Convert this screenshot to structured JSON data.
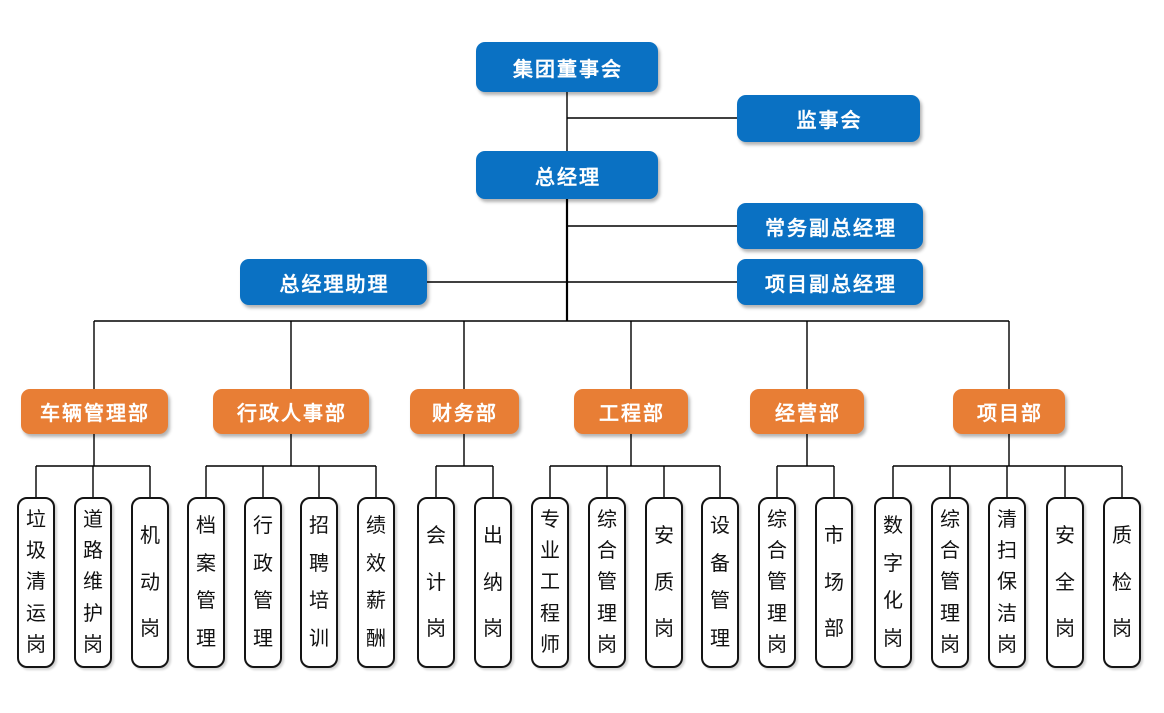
{
  "org": {
    "executives": [
      {
        "label": "集团董事会"
      },
      {
        "label": "监事会"
      },
      {
        "label": "总经理"
      },
      {
        "label": "常务副总经理"
      },
      {
        "label": "总经理助理"
      },
      {
        "label": "项目副总经理"
      }
    ],
    "departments": [
      {
        "label": "车辆管理部",
        "positions": [
          "垃圾清运岗",
          "道路维护岗",
          "机动岗"
        ]
      },
      {
        "label": "行政人事部",
        "positions": [
          "档案管理",
          "行政管理",
          "招聘培训",
          "绩效薪酬"
        ]
      },
      {
        "label": "财务部",
        "positions": [
          "会计岗",
          "出纳岗"
        ]
      },
      {
        "label": "工程部",
        "positions": [
          "专业工程师",
          "综合管理岗",
          "安质岗",
          "设备管理"
        ]
      },
      {
        "label": "经营部",
        "positions": [
          "综合管理岗",
          "市场部"
        ]
      },
      {
        "label": "项目部",
        "positions": [
          "数字化岗",
          "综合管理岗",
          "清扫保洁岗",
          "安全岗",
          "质检岗"
        ]
      }
    ],
    "colors": {
      "executive_fill": "#0A71C3",
      "department_fill": "#E87E35",
      "connector": "#000000",
      "position_border": "#141414",
      "text_on_fill": "#FFFFFF",
      "position_text": "#111111"
    }
  }
}
